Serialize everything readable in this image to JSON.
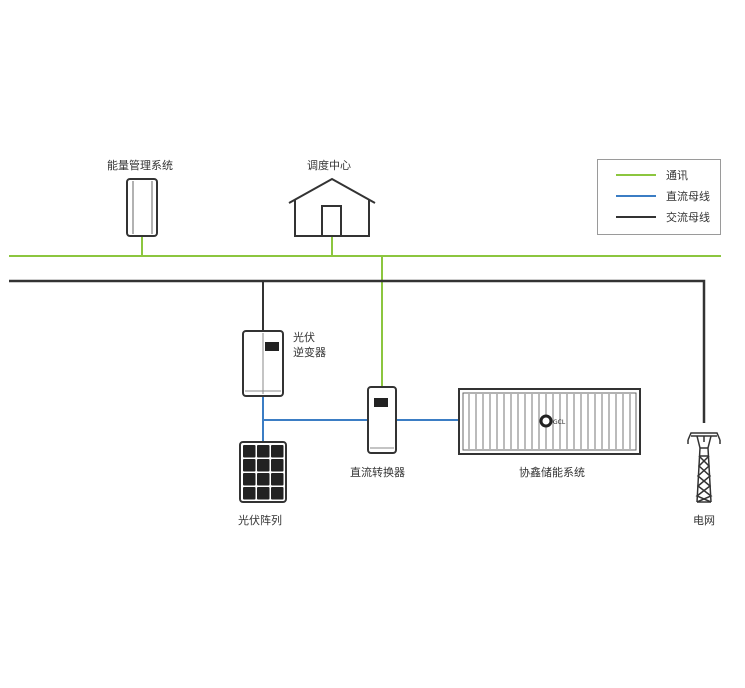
{
  "diagram": {
    "title": "",
    "nodes": {
      "ems": {
        "label": "能量管理系统"
      },
      "dispatch": {
        "label": "调度中心"
      },
      "pv_inverter": {
        "label_line1": "光伏",
        "label_line2": "逆变器"
      },
      "pv_array": {
        "label": "光伏阵列"
      },
      "dc_converter": {
        "label": "直流转换器"
      },
      "storage": {
        "label": "协鑫储能系统",
        "logo": "GCL"
      },
      "grid": {
        "label": "电网"
      }
    },
    "legend": {
      "items": [
        {
          "label": "通讯",
          "color": "#8cc63f"
        },
        {
          "label": "直流母线",
          "color": "#3b7dc4"
        },
        {
          "label": "交流母线",
          "color": "#333333"
        }
      ]
    },
    "colors": {
      "communication": "#8cc63f",
      "dc_bus": "#3b7dc4",
      "ac_bus": "#333333",
      "equipment_outline": "#333333"
    }
  }
}
